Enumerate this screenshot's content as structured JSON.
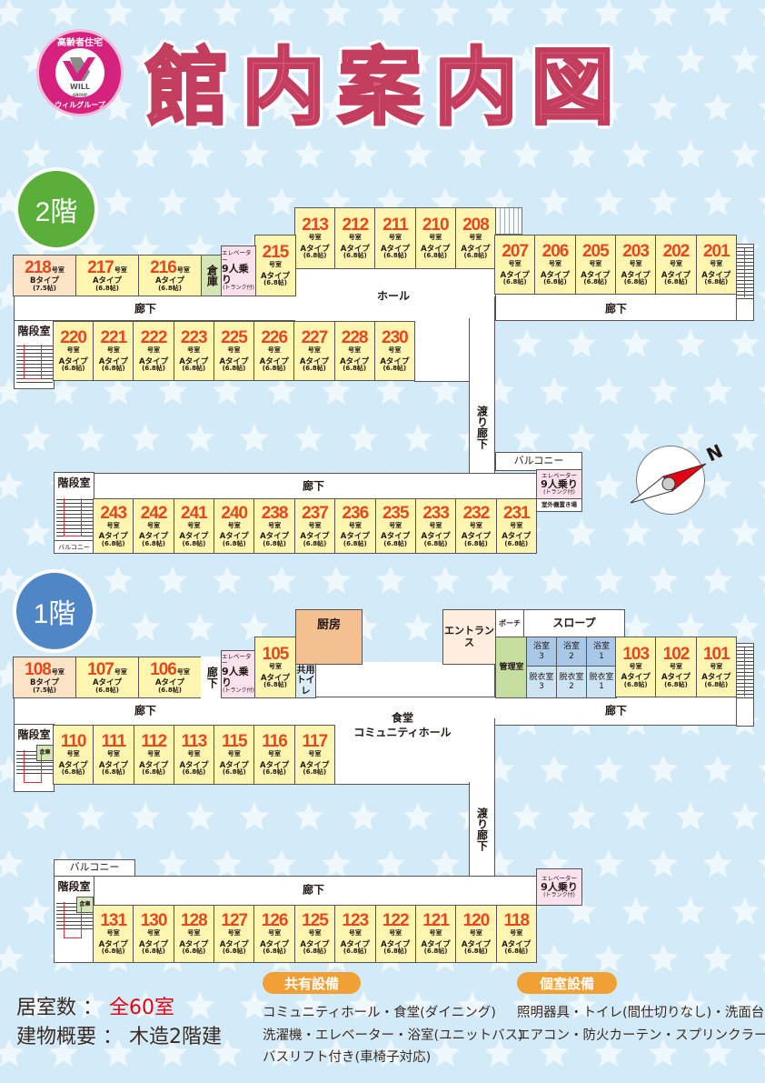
{
  "logo": {
    "top_text": "高齢者住宅",
    "brand": "WILL",
    "brand_sub": "GROUP",
    "bottom_text": "ウィルグループ"
  },
  "title": "館内案内図",
  "room_unit": "号室",
  "common": {
    "corridor": "廊下",
    "hall": "ホール",
    "bridge_corridor": "渡り廊下",
    "stairs": "階段室",
    "storage": "倉庫",
    "balcony": "バルコニー",
    "elevator": {
      "line1": "エレベーター",
      "line2": "9人乗り",
      "line3": "(トランク付)"
    }
  },
  "floor2": {
    "label": "2階",
    "outdoor_unit_area": "室外機置き場",
    "rows": {
      "top": [
        {
          "no": "213",
          "type": "Aタイプ",
          "size": "(6.8帖)"
        },
        {
          "no": "212",
          "type": "Aタイプ",
          "size": "(6.8帖)"
        },
        {
          "no": "211",
          "type": "Aタイプ",
          "size": "(6.8帖)"
        },
        {
          "no": "210",
          "type": "Aタイプ",
          "size": "(6.8帖)"
        },
        {
          "no": "208",
          "type": "Aタイプ",
          "size": "(6.8帖)"
        }
      ],
      "right": [
        {
          "no": "207",
          "type": "Aタイプ",
          "size": "(6.8帖)"
        },
        {
          "no": "206",
          "type": "Aタイプ",
          "size": "(6.8帖)"
        },
        {
          "no": "205",
          "type": "Aタイプ",
          "size": "(6.8帖)"
        },
        {
          "no": "203",
          "type": "Aタイプ",
          "size": "(6.8帖)"
        },
        {
          "no": "202",
          "type": "Aタイプ",
          "size": "(6.8帖)"
        },
        {
          "no": "201",
          "type": "Aタイプ",
          "size": "(6.8帖)"
        }
      ],
      "single": [
        {
          "no": "215",
          "type": "Aタイプ",
          "size": "(6.8帖)"
        }
      ],
      "left": [
        {
          "no": "218",
          "type": "Bタイプ",
          "size": "(7.5帖)"
        },
        {
          "no": "217",
          "type": "Aタイプ",
          "size": "(6.8帖)"
        },
        {
          "no": "216",
          "type": "Aタイプ",
          "size": "(6.8帖)"
        }
      ],
      "middle": [
        {
          "no": "220",
          "type": "Aタイプ",
          "size": "(6.8帖)"
        },
        {
          "no": "221",
          "type": "Aタイプ",
          "size": "(6.8帖)"
        },
        {
          "no": "222",
          "type": "Aタイプ",
          "size": "(6.8帖)"
        },
        {
          "no": "223",
          "type": "Aタイプ",
          "size": "(6.8帖)"
        },
        {
          "no": "225",
          "type": "Aタイプ",
          "size": "(6.8帖)"
        },
        {
          "no": "226",
          "type": "Aタイプ",
          "size": "(6.8帖)"
        },
        {
          "no": "227",
          "type": "Aタイプ",
          "size": "(6.8帖)"
        },
        {
          "no": "228",
          "type": "Aタイプ",
          "size": "(6.8帖)"
        },
        {
          "no": "230",
          "type": "Aタイプ",
          "size": "(6.8帖)"
        }
      ],
      "bottom": [
        {
          "no": "243",
          "type": "Aタイプ",
          "size": "(6.8帖)"
        },
        {
          "no": "242",
          "type": "Aタイプ",
          "size": "(6.8帖)"
        },
        {
          "no": "241",
          "type": "Aタイプ",
          "size": "(6.8帖)"
        },
        {
          "no": "240",
          "type": "Aタイプ",
          "size": "(6.8帖)"
        },
        {
          "no": "238",
          "type": "Aタイプ",
          "size": "(6.8帖)"
        },
        {
          "no": "237",
          "type": "Aタイプ",
          "size": "(6.8帖)"
        },
        {
          "no": "236",
          "type": "Aタイプ",
          "size": "(6.8帖)"
        },
        {
          "no": "235",
          "type": "Aタイプ",
          "size": "(6.8帖)"
        },
        {
          "no": "233",
          "type": "Aタイプ",
          "size": "(6.8帖)"
        },
        {
          "no": "232",
          "type": "Aタイプ",
          "size": "(6.8帖)"
        },
        {
          "no": "231",
          "type": "Aタイプ",
          "size": "(6.8帖)"
        }
      ]
    }
  },
  "floor1": {
    "label": "1階",
    "kitchen": "厨房",
    "entrance": "エントランス",
    "porch": "ポーチ",
    "slope": "スロープ",
    "office": "管理室",
    "toilet": "共用トイレ",
    "dining": "食堂",
    "community_hall": "コミュニティホール",
    "baths": [
      {
        "bath": "浴室",
        "bath_no": "3",
        "dress": "脱衣室",
        "dress_no": "3"
      },
      {
        "bath": "浴室",
        "bath_no": "2",
        "dress": "脱衣室",
        "dress_no": "2"
      },
      {
        "bath": "浴室",
        "bath_no": "1",
        "dress": "脱衣室",
        "dress_no": "1"
      }
    ],
    "rows": {
      "left": [
        {
          "no": "108",
          "type": "Bタイプ",
          "size": "(7.5帖)"
        },
        {
          "no": "107",
          "type": "Aタイプ",
          "size": "(6.8帖)"
        },
        {
          "no": "106",
          "type": "Aタイプ",
          "size": "(6.8帖)"
        }
      ],
      "single": [
        {
          "no": "105",
          "type": "Aタイプ",
          "size": "(6.8帖)"
        }
      ],
      "right": [
        {
          "no": "103",
          "type": "Aタイプ",
          "size": "(6.8帖)"
        },
        {
          "no": "102",
          "type": "Aタイプ",
          "size": "(6.8帖)"
        },
        {
          "no": "101",
          "type": "Aタイプ",
          "size": "(6.8帖)"
        }
      ],
      "middle": [
        {
          "no": "110",
          "type": "Aタイプ",
          "size": "(6.8帖)"
        },
        {
          "no": "111",
          "type": "Aタイプ",
          "size": "(6.8帖)"
        },
        {
          "no": "112",
          "type": "Aタイプ",
          "size": "(6.8帖)"
        },
        {
          "no": "113",
          "type": "Aタイプ",
          "size": "(6.8帖)"
        },
        {
          "no": "115",
          "type": "Aタイプ",
          "size": "(6.8帖)"
        },
        {
          "no": "116",
          "type": "Aタイプ",
          "size": "(6.8帖)"
        },
        {
          "no": "117",
          "type": "Aタイプ",
          "size": "(6.8帖)"
        }
      ],
      "bottom": [
        {
          "no": "131",
          "type": "Aタイプ",
          "size": "(6.8帖)"
        },
        {
          "no": "130",
          "type": "Aタイプ",
          "size": "(6.8帖)"
        },
        {
          "no": "128",
          "type": "Aタイプ",
          "size": "(6.8帖)"
        },
        {
          "no": "127",
          "type": "Aタイプ",
          "size": "(6.8帖)"
        },
        {
          "no": "126",
          "type": "Aタイプ",
          "size": "(6.8帖)"
        },
        {
          "no": "125",
          "type": "Aタイプ",
          "size": "(6.8帖)"
        },
        {
          "no": "123",
          "type": "Aタイプ",
          "size": "(6.8帖)"
        },
        {
          "no": "122",
          "type": "Aタイプ",
          "size": "(6.8帖)"
        },
        {
          "no": "121",
          "type": "Aタイプ",
          "size": "(6.8帖)"
        },
        {
          "no": "120",
          "type": "Aタイプ",
          "size": "(6.8帖)"
        },
        {
          "no": "118",
          "type": "Aタイプ",
          "size": "(6.8帖)"
        }
      ]
    }
  },
  "compass": {
    "north": "N"
  },
  "summary": {
    "rooms_label": "居室数 ： ",
    "rooms_value": "全60室",
    "building_label": "建物概要 ： ",
    "building_value": "木造2階建"
  },
  "facilities": {
    "shared_title": "共有設備",
    "shared_lines": [
      "コミュニティホール・食堂(ダイニング)",
      "洗濯機・エレベーター・浴室(ユニットバス)",
      "バスリフト付き(車椅子対応)"
    ],
    "private_title": "個室設備",
    "private_lines": [
      "照明器具・トイレ(間仕切りなし)・洗面台",
      "エアコン・防火カーテン・スプリンクラー"
    ]
  },
  "colors": {
    "accent_red": "#e8461c",
    "title_pink": "#e25b7a",
    "floor2_green": "#5aaf3a",
    "floor1_blue": "#4f86c6",
    "pill_orange": "#f0a035"
  }
}
